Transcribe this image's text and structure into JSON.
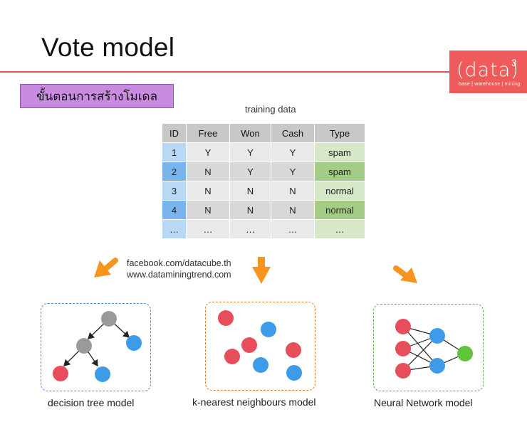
{
  "slide": {
    "title": "Vote model",
    "step_label": "ขั้นตอนการสร้างโมเดล"
  },
  "logo": {
    "main": "(data)",
    "sup": "3",
    "tagline": "base | warehouse | mining"
  },
  "training": {
    "caption": "training data",
    "headers": [
      "ID",
      "Free",
      "Won",
      "Cash",
      "Type"
    ],
    "rows": [
      [
        "1",
        "Y",
        "Y",
        "Y",
        "spam"
      ],
      [
        "2",
        "N",
        "Y",
        "Y",
        "spam"
      ],
      [
        "3",
        "N",
        "N",
        "N",
        "normal"
      ],
      [
        "4",
        "N",
        "N",
        "N",
        "normal"
      ],
      [
        "…",
        "…",
        "…",
        "…",
        "…"
      ]
    ]
  },
  "credit": {
    "line1": "facebook.com/datacube.th",
    "line2": "www.dataminingtrend.com"
  },
  "models": [
    {
      "label": "decision tree model"
    },
    {
      "label": "k-nearest neighbours model"
    },
    {
      "label": "Neural Network model"
    }
  ],
  "colors": {
    "red_node": "#e84d5b",
    "blue_node": "#3d9be9",
    "gray_node": "#9a9a9a",
    "green_node": "#5fc43a",
    "arrow": "#f7941d",
    "accent": "#ef5b5b"
  }
}
